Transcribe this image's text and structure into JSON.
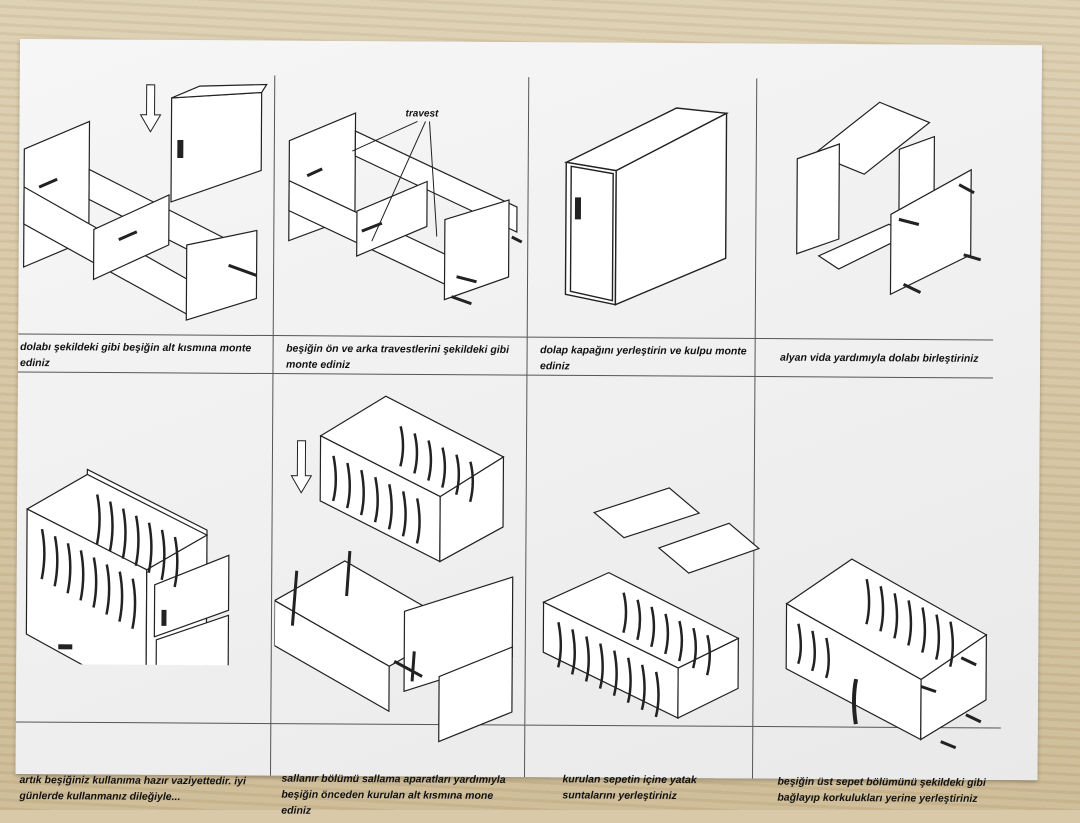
{
  "sheet": {
    "panels": [
      {
        "caption": "dolabı şekildeki gibi beşiğin alt kısmına monte ediniz"
      },
      {
        "caption": "beşiğin ön ve arka travestlerini şekildeki gibi monte ediniz",
        "label": "travest"
      },
      {
        "caption": "dolap kapağını yerleştirin ve kulpu monte ediniz"
      },
      {
        "caption": "alyan vida yardımıyla dolabı birleştiriniz"
      },
      {
        "caption": "artık beşiğiniz kullanıma hazır vaziyettedir. iyi günlerde kullanmanız dileğiyle..."
      },
      {
        "caption": "sallanır bölümü  sallama aparatları yardımıyla beşiğin önceden kurulan alt kısmına mone ediniz"
      },
      {
        "caption": "kurulan sepetin içine yatak suntalarını yerleştiriniz"
      },
      {
        "caption": "beşiğin üst sepet bölümünü şekildeki gibi bağlayıp korkulukları yerine yerleştiriniz"
      }
    ]
  }
}
